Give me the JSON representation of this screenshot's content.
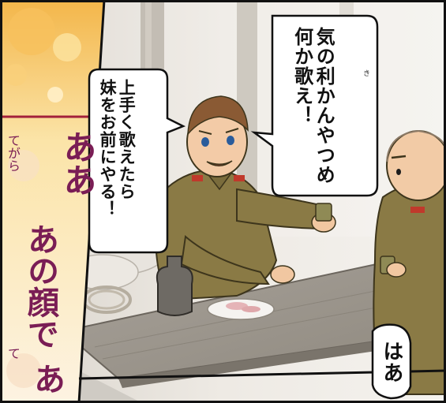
{
  "panel": {
    "speech_1": "気の利かんやつめ\n何か歌え！",
    "ruby_ki": "き",
    "speech_2": "上手く歌えたら\n妹をお前にやる！",
    "speech_3": "はあ"
  },
  "side_panel": {
    "lyric_line_1": "ああ",
    "lyric_line_2": "あの顔で",
    "lyric_line_3": "あ",
    "lyric_small_1": "てがら",
    "lyric_small_2": "て"
  },
  "colors": {
    "lyric": "#7a1d55",
    "uniform": "#8a7a45",
    "table": "#9a938a",
    "side_panel_bg": "#f6d27a"
  }
}
